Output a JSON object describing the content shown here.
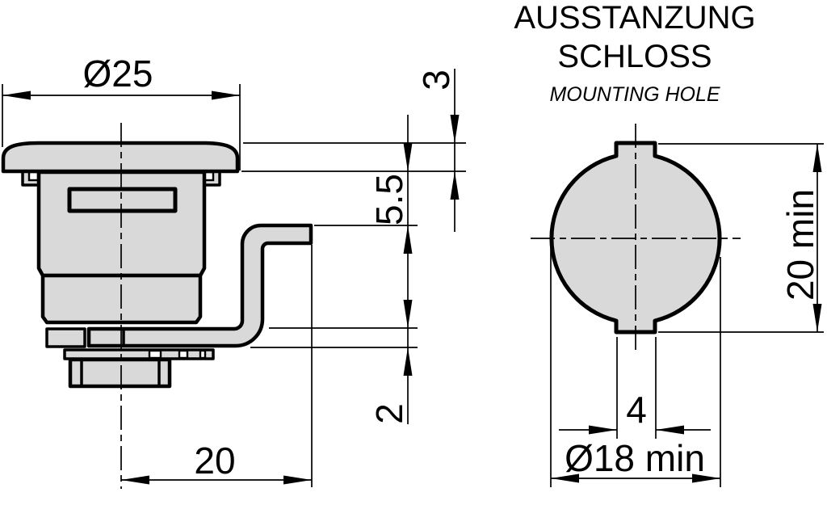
{
  "drawing": {
    "colors": {
      "background": "#ffffff",
      "line": "#000000",
      "part_fill": "#d9d9d9"
    },
    "side_view": {
      "dim_cap_diameter": "Ø25",
      "dim_cap_height": "3",
      "dim_panel_to_cam": "5.5",
      "dim_cam_thickness": "2",
      "dim_cam_offset": "20"
    },
    "hole_view": {
      "title_line1": "AUSSTANZUNG",
      "title_line2": "SCHLOSS",
      "subtitle": "MOUNTING HOLE",
      "dim_min_height": "20 min",
      "dim_notch_width": "4",
      "dim_min_diameter": "Ø18 min"
    }
  }
}
